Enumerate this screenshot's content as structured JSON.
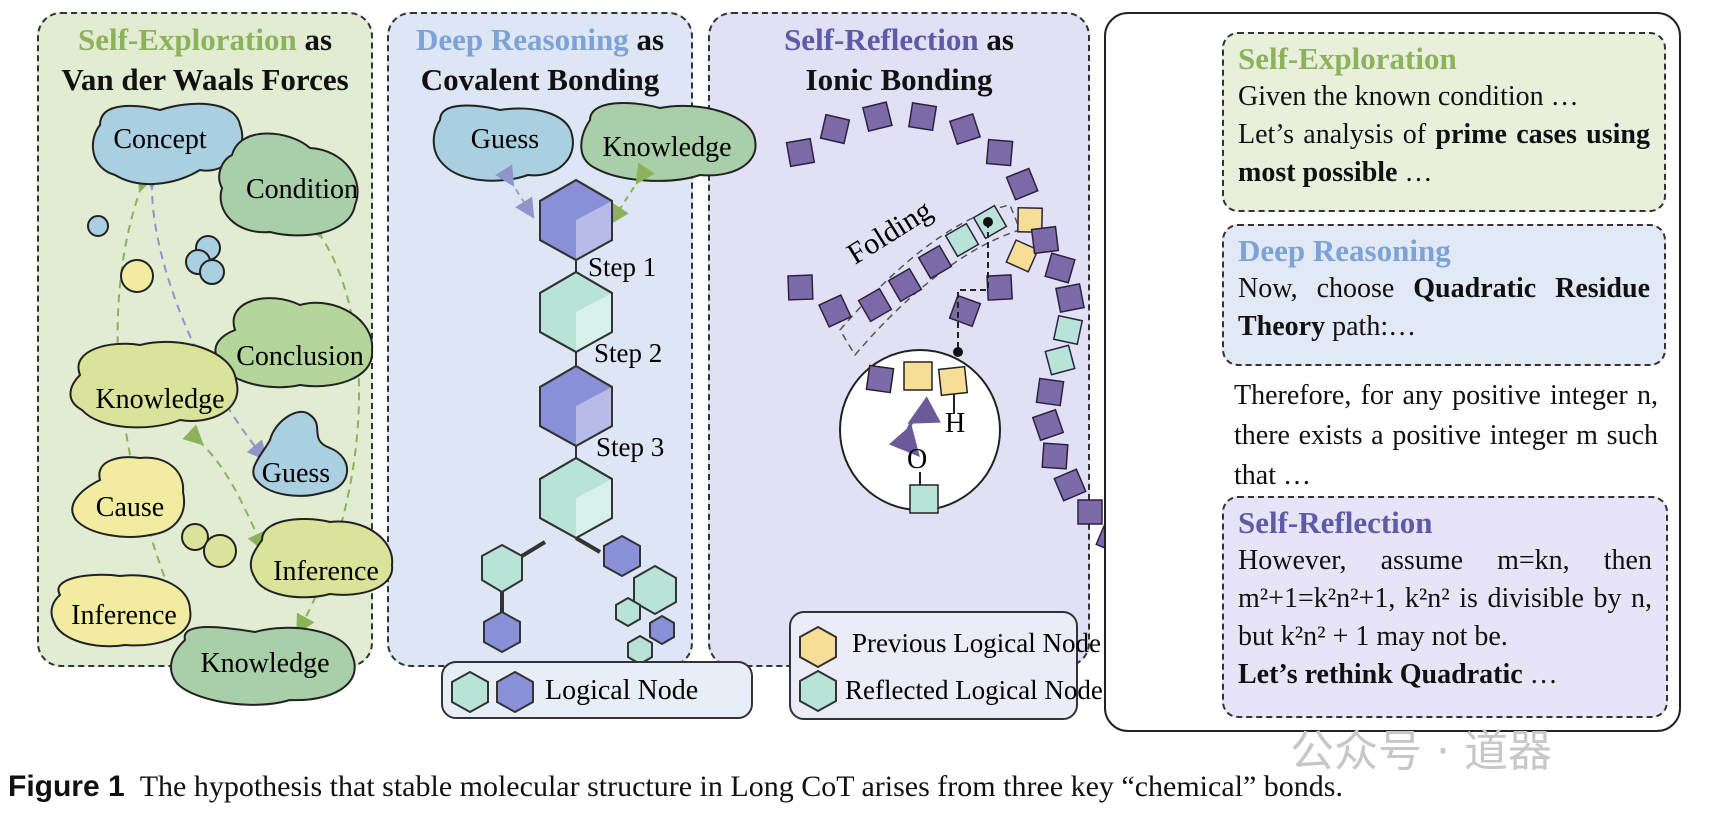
{
  "panels": {
    "explore": {
      "title_color_part": "Self-Exploration",
      "title_suffix": " as",
      "title_line2": "Van der Waals Forces",
      "color": "#8db25c",
      "bg": "#e2ecd2",
      "nodes": {
        "concept": "Concept",
        "condition": "Condition",
        "conclusion": "Conclusion",
        "knowledge1": "Knowledge",
        "guess": "Guess",
        "cause": "Cause",
        "inference1": "Inference",
        "inference2": "Inference",
        "knowledge2": "Knowledge"
      }
    },
    "deep": {
      "title_color_part": "Deep Reasoning",
      "title_suffix": " as",
      "title_line2": "Covalent Bonding",
      "color": "#7da2d6",
      "bg": "#dde6f4",
      "nodes": {
        "guess": "Guess",
        "knowledge": "Knowledge"
      },
      "steps": [
        "Step 1",
        "Step 2",
        "Step 3"
      ],
      "legend": "Logical Node"
    },
    "reflect": {
      "title_color_part": "Self-Reflection",
      "title_suffix": " as",
      "title_line2": "Ionic Bonding",
      "color": "#5d5aa8",
      "bg": "#e2e0f4",
      "folding": "Folding",
      "atom_h": "H",
      "atom_o": "O",
      "legend_prev": "Previous Logical Node",
      "legend_refl": "Reflected Logical Node"
    }
  },
  "right": {
    "explore_head": "Self-Exploration",
    "explore_l1": "Given the known condition …",
    "explore_l2a": "Let’s analysis of ",
    "explore_l2b": "prime cases using most possible",
    "explore_l2c": " …",
    "deep_head": "Deep Reasoning",
    "deep_a": "Now, choose ",
    "deep_b": "Quadratic Residue Theory",
    "deep_c": " path:…",
    "plain": "Therefore, for any positive integer n, there exists a positive integer m such that …",
    "refl_head": "Self-Reflection",
    "refl_body": "However, assume m=kn, then m²+1=k²n²+1, k²n² is divisible by n, but k²n² + 1 may not be.",
    "refl_bold": "Let’s rethink Quadratic",
    "refl_end": " …"
  },
  "colors": {
    "green_head": "#8db25c",
    "blue_head": "#7da2d6",
    "purple_head": "#5d5aa8",
    "box_green_bg": "#e8f0dc",
    "box_blue_bg": "#e1e8f6",
    "box_purple_bg": "#e6e4f6",
    "cube_blue": "#8a90d8",
    "cube_teal": "#b9e2d8",
    "chain_purple": "#7d6aa8",
    "yellow_node": "#f6de96"
  },
  "caption": {
    "label": "Figure 1",
    "text": "The hypothesis that stable molecular structure in Long CoT arises from three key “chemical” bonds."
  },
  "watermark": "公众号 · 道器"
}
